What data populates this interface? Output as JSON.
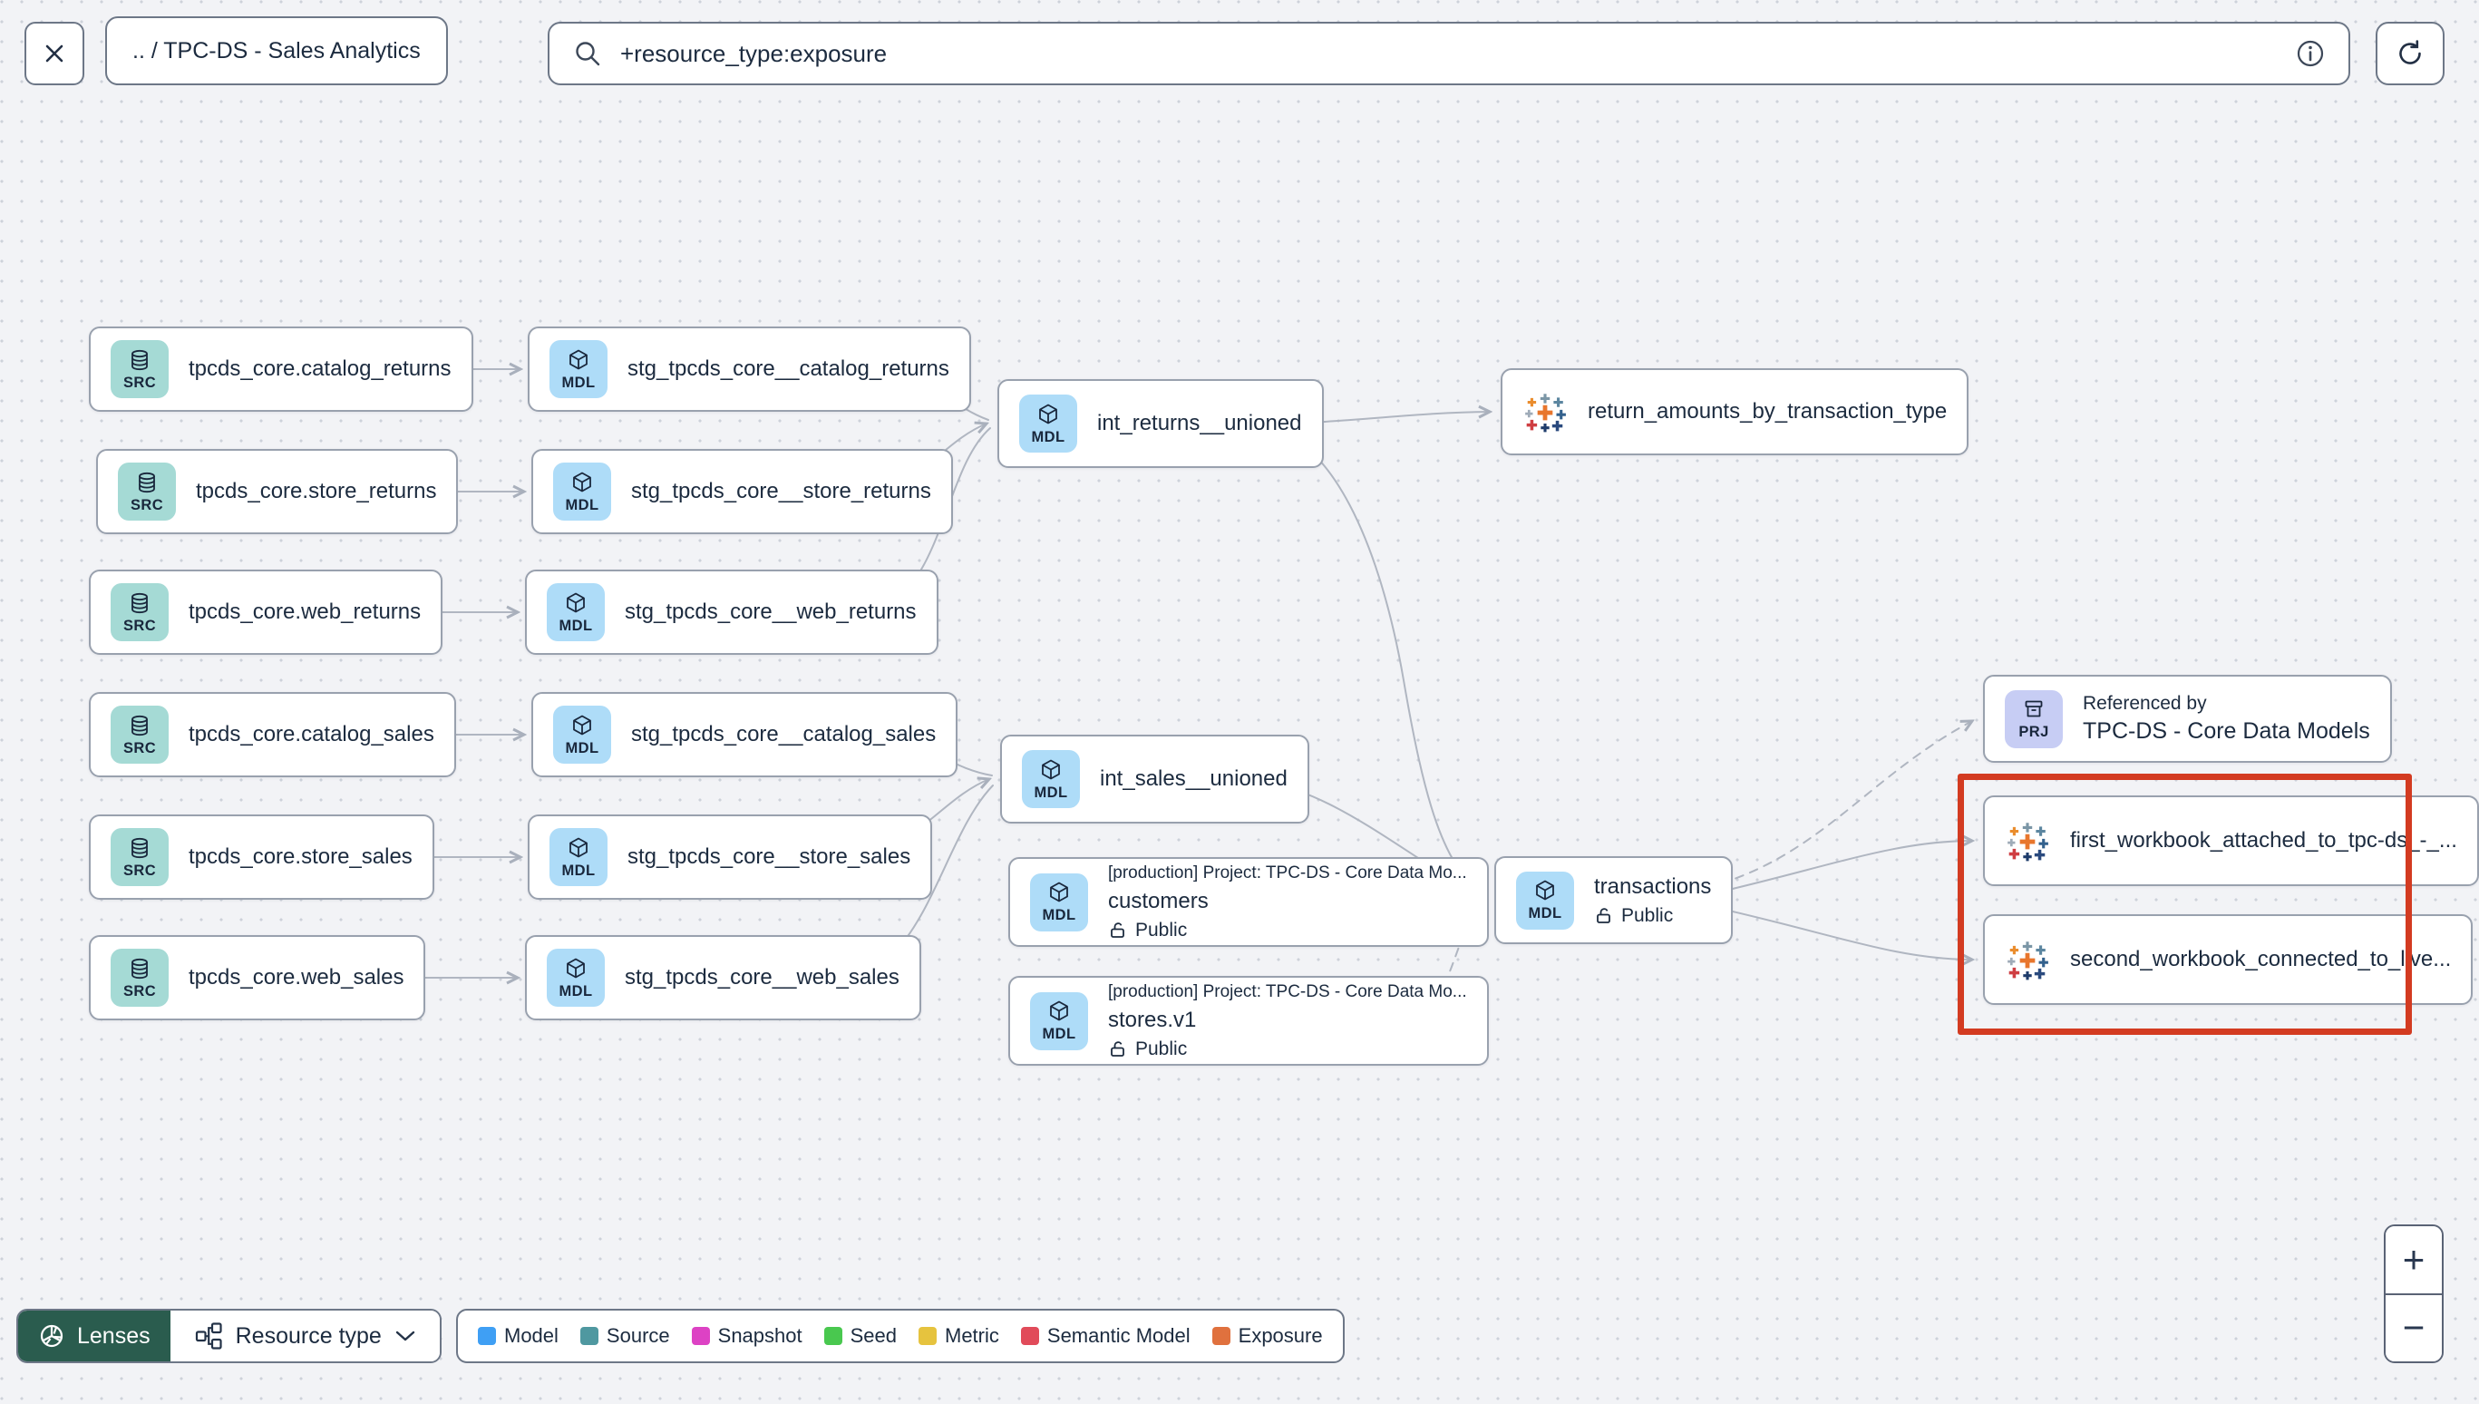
{
  "header": {
    "breadcrumb": ".. / TPC-DS - Sales Analytics",
    "search_value": "+resource_type:exposure"
  },
  "graph": {
    "nodes": [
      {
        "id": "src-catalog-returns",
        "type": "source",
        "badge": "SRC",
        "label": "tpcds_core.catalog_returns"
      },
      {
        "id": "src-store-returns",
        "type": "source",
        "badge": "SRC",
        "label": "tpcds_core.store_returns"
      },
      {
        "id": "src-web-returns",
        "type": "source",
        "badge": "SRC",
        "label": "tpcds_core.web_returns"
      },
      {
        "id": "src-catalog-sales",
        "type": "source",
        "badge": "SRC",
        "label": "tpcds_core.catalog_sales"
      },
      {
        "id": "src-store-sales",
        "type": "source",
        "badge": "SRC",
        "label": "tpcds_core.store_sales"
      },
      {
        "id": "src-web-sales",
        "type": "source",
        "badge": "SRC",
        "label": "tpcds_core.web_sales"
      },
      {
        "id": "stg-catalog-returns",
        "type": "model",
        "badge": "MDL",
        "label": "stg_tpcds_core__catalog_returns"
      },
      {
        "id": "stg-store-returns",
        "type": "model",
        "badge": "MDL",
        "label": "stg_tpcds_core__store_returns"
      },
      {
        "id": "stg-web-returns",
        "type": "model",
        "badge": "MDL",
        "label": "stg_tpcds_core__web_returns"
      },
      {
        "id": "stg-catalog-sales",
        "type": "model",
        "badge": "MDL",
        "label": "stg_tpcds_core__catalog_sales"
      },
      {
        "id": "stg-store-sales",
        "type": "model",
        "badge": "MDL",
        "label": "stg_tpcds_core__store_sales"
      },
      {
        "id": "stg-web-sales",
        "type": "model",
        "badge": "MDL",
        "label": "stg_tpcds_core__web_sales"
      },
      {
        "id": "int-returns",
        "type": "model",
        "badge": "MDL",
        "label": "int_returns__unioned"
      },
      {
        "id": "int-sales",
        "type": "model",
        "badge": "MDL",
        "label": "int_sales__unioned"
      },
      {
        "id": "customers",
        "type": "model",
        "badge": "MDL",
        "label": "customers",
        "superlabel": "[production] Project: TPC-DS - Core Data Mo...",
        "access": "Public"
      },
      {
        "id": "stores-v1",
        "type": "model",
        "badge": "MDL",
        "label": "stores.v1",
        "superlabel": "[production] Project: TPC-DS - Core Data Mo...",
        "access": "Public"
      },
      {
        "id": "transactions",
        "type": "model",
        "badge": "MDL",
        "label": "transactions",
        "access": "Public"
      },
      {
        "id": "exp-return-amounts",
        "type": "exposure",
        "label": "return_amounts_by_transaction_type"
      },
      {
        "id": "referenced-by",
        "type": "project",
        "badge": "PRJ",
        "sublabel": "Referenced by",
        "label": "TPC-DS - Core Data Models"
      },
      {
        "id": "wb-first",
        "type": "exposure",
        "label": "first_workbook_attached_to_tpc-ds_-_...",
        "highlighted": true
      },
      {
        "id": "wb-second",
        "type": "exposure",
        "label": "second_workbook_connected_to_live...",
        "highlighted": true
      }
    ],
    "edges": [
      {
        "from": "src-catalog-returns",
        "to": "stg-catalog-returns",
        "style": "solid"
      },
      {
        "from": "src-store-returns",
        "to": "stg-store-returns",
        "style": "solid"
      },
      {
        "from": "src-web-returns",
        "to": "stg-web-returns",
        "style": "solid"
      },
      {
        "from": "src-catalog-sales",
        "to": "stg-catalog-sales",
        "style": "solid"
      },
      {
        "from": "src-store-sales",
        "to": "stg-store-sales",
        "style": "solid"
      },
      {
        "from": "src-web-sales",
        "to": "stg-web-sales",
        "style": "solid"
      },
      {
        "from": "stg-catalog-returns",
        "to": "int-returns",
        "style": "solid"
      },
      {
        "from": "stg-store-returns",
        "to": "int-returns",
        "style": "solid"
      },
      {
        "from": "stg-web-returns",
        "to": "int-returns",
        "style": "solid"
      },
      {
        "from": "stg-catalog-sales",
        "to": "int-sales",
        "style": "solid"
      },
      {
        "from": "stg-store-sales",
        "to": "int-sales",
        "style": "solid"
      },
      {
        "from": "stg-web-sales",
        "to": "int-sales",
        "style": "solid"
      },
      {
        "from": "int-returns",
        "to": "exp-return-amounts",
        "style": "solid"
      },
      {
        "from": "int-returns",
        "to": "transactions",
        "style": "solid"
      },
      {
        "from": "int-sales",
        "to": "transactions",
        "style": "solid"
      },
      {
        "from": "customers",
        "to": "transactions",
        "style": "dashed"
      },
      {
        "from": "stores-v1",
        "to": "transactions",
        "style": "dashed"
      },
      {
        "from": "transactions",
        "to": "referenced-by",
        "style": "dashed"
      },
      {
        "from": "transactions",
        "to": "wb-first",
        "style": "solid"
      },
      {
        "from": "transactions",
        "to": "wb-second",
        "style": "solid"
      }
    ]
  },
  "footer": {
    "lenses_label": "Lenses",
    "resource_type_label": "Resource type",
    "legend": [
      {
        "label": "Model",
        "color": "#3f9ff4"
      },
      {
        "label": "Source",
        "color": "#4f98a0"
      },
      {
        "label": "Snapshot",
        "color": "#dd42c4"
      },
      {
        "label": "Seed",
        "color": "#49c84f"
      },
      {
        "label": "Metric",
        "color": "#e6c33e"
      },
      {
        "label": "Semantic Model",
        "color": "#e14b5a"
      },
      {
        "label": "Exposure",
        "color": "#e0713e"
      }
    ]
  },
  "controls": {
    "zoom_in": "+",
    "zoom_out": "−"
  },
  "colors": {
    "highlight_box": "#d33b21",
    "badge_source": "#a5dad5",
    "badge_model": "#aedcf8",
    "badge_project": "#c7cdf4",
    "lenses_bg": "#2a5c4e",
    "edge": "#b0b6c1"
  }
}
